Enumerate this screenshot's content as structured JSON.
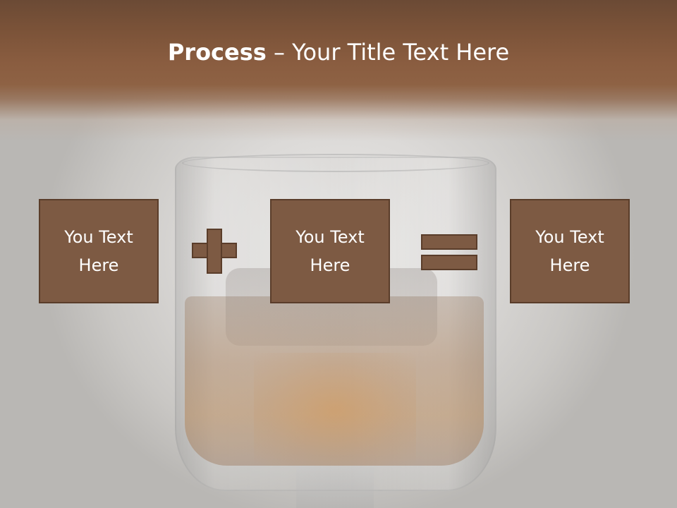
{
  "slide": {
    "title_bold": "Process",
    "title_rest": " – Your Title Text Here",
    "boxes": [
      {
        "text": "You Text\nHere"
      },
      {
        "text": "You Text\nHere"
      },
      {
        "text": "You Text\nHere"
      }
    ],
    "operators": [
      "plus-icon",
      "equals-icon"
    ],
    "colors": {
      "header_band": "#8a5d40",
      "box_fill": "#7d5a43",
      "box_border": "#5a3d2a",
      "title_text": "#ffffff"
    }
  }
}
